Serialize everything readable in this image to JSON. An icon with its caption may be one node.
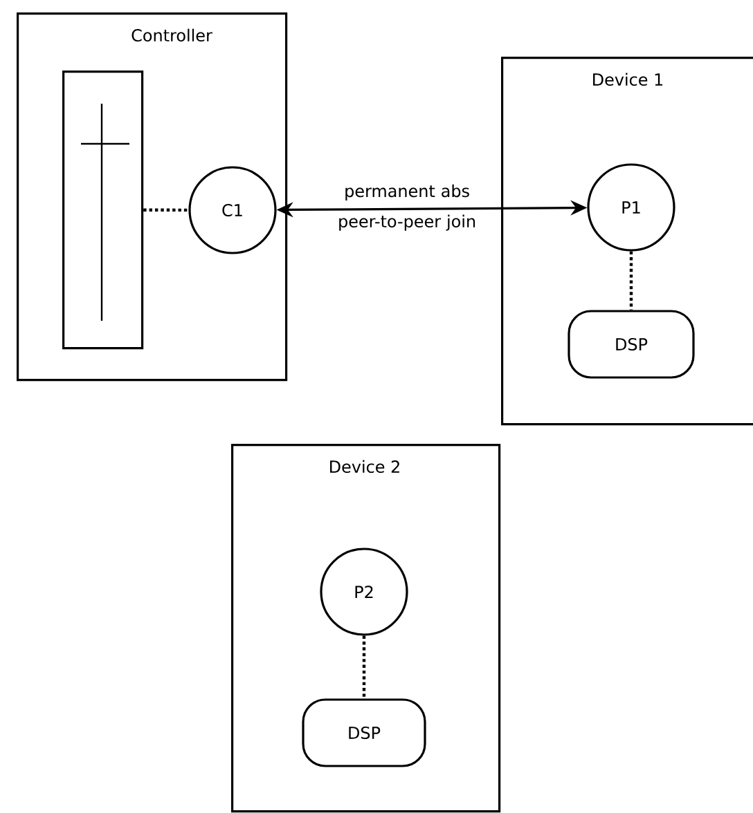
{
  "diagram": {
    "nodes": [
      {
        "text": [
          "Controller"
        ]
      },
      {
        "text": [],
        "shape": "box",
        "in": 0
      },
      {
        "text": [
          "C1"
        ],
        "in": 0
      },
      {
        "text": [
          "Device 1"
        ]
      },
      {
        "text": [
          "P1"
        ],
        "in": 3
      },
      {
        "text": [
          "DSP"
        ],
        "in": 3
      },
      {
        "text": [
          "Device 2"
        ]
      },
      {
        "text": [
          "P2"
        ],
        "in": 6
      },
      {
        "text": [
          "DSP"
        ],
        "in": 6
      }
    ],
    "edges": [
      {
        "from": 1,
        "to": 2,
        "arrow": "none",
        "style": "dashed"
      },
      {
        "from": 2,
        "to": 4,
        "arrow": "both",
        "label": "permanent abs peer-to-peer join"
      },
      {
        "from": 4,
        "to": 5,
        "arrow": "none",
        "style": "dashed"
      },
      {
        "from": 7,
        "to": 8,
        "arrow": "none",
        "style": "dashed"
      }
    ]
  }
}
